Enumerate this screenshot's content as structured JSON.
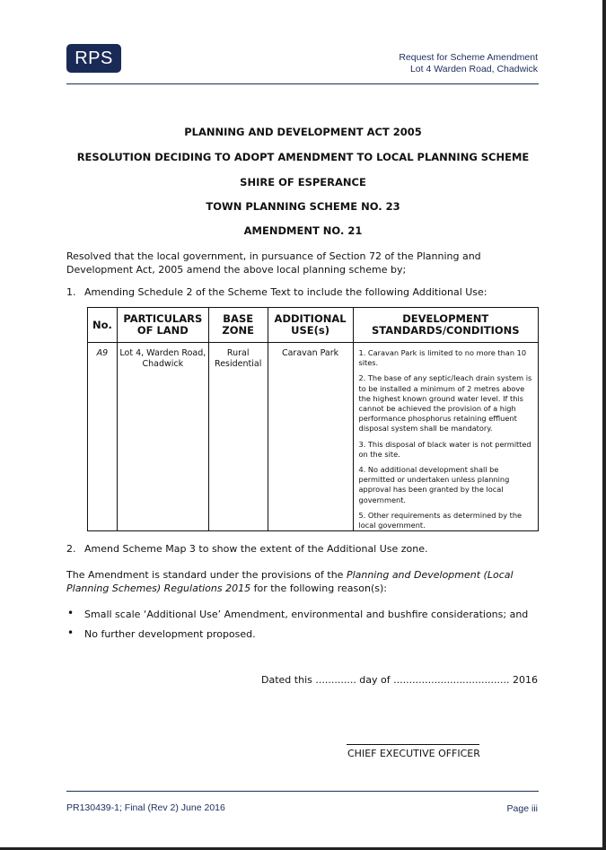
{
  "header": {
    "logo": "RPS",
    "line1": "Request for Scheme Amendment",
    "line2": "Lot 4 Warden Road, Chadwick"
  },
  "headings": {
    "act": "PLANNING AND DEVELOPMENT ACT 2005",
    "resolution": "RESOLUTION DECIDING TO ADOPT AMENDMENT TO LOCAL PLANNING SCHEME",
    "shire": "SHIRE OF ESPERANCE",
    "scheme": "TOWN PLANNING SCHEME NO. 23",
    "amendment": "AMENDMENT NO. 21"
  },
  "intro": "Resolved that the local government, in pursuance of Section 72 of the Planning and Development Act, 2005 amend the above local planning scheme by;",
  "item1": {
    "num": "1.",
    "text": "Amending Schedule 2 of the Scheme Text to include the following Additional Use:"
  },
  "table": {
    "headers": [
      "No.",
      "PARTICULARS OF LAND",
      "BASE ZONE",
      "ADDITIONAL USE(s)",
      "DEVELOPMENT STANDARDS/CONDITIONS"
    ],
    "row": {
      "no": "A9",
      "land": "Lot 4, Warden Road, Chadwick",
      "zone": "Rural Residential",
      "use": "Caravan Park",
      "conditions": [
        "1. Caravan Park is limited to no more than 10 sites.",
        "2. The base of any septic/leach drain system is to be installed a minimum of 2 metres above the highest known ground water level. If this cannot be achieved the provision of a high performance phosphorus retaining effluent disposal system shall be mandatory.",
        "3. This disposal of black water is not permitted on the site.",
        "4. No additional development shall be permitted or undertaken unless planning approval has been granted by the local government.",
        "5. Other requirements as determined by the local government."
      ]
    }
  },
  "item2": {
    "num": "2.",
    "text": "Amend Scheme Map 3 to show the extent of the Additional Use zone."
  },
  "standard": {
    "pre": "The Amendment is standard under the provisions of the ",
    "italic": "Planning and Development (Local Planning Schemes) Regulations 2015",
    "post": " for the following reason(s):"
  },
  "bullets": [
    "Small scale ‘Additional Use’ Amendment, environmental and bushfire considerations; and",
    "No further development proposed."
  ],
  "dated": "Dated this ............. day of ..................................... 2016",
  "signature": "CHIEF EXECUTIVE OFFICER",
  "footer": {
    "left": "PR130439-1; Final (Rev 2) June 2016",
    "right": "Page iii"
  }
}
